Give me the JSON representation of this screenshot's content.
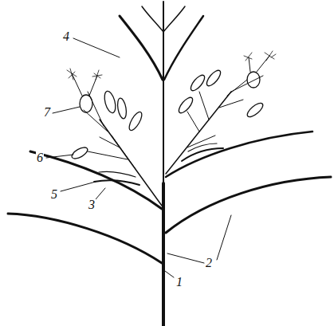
{
  "diagram": {
    "labels": [
      "4",
      "7",
      "6",
      "5",
      "3",
      "2",
      "1"
    ]
  }
}
